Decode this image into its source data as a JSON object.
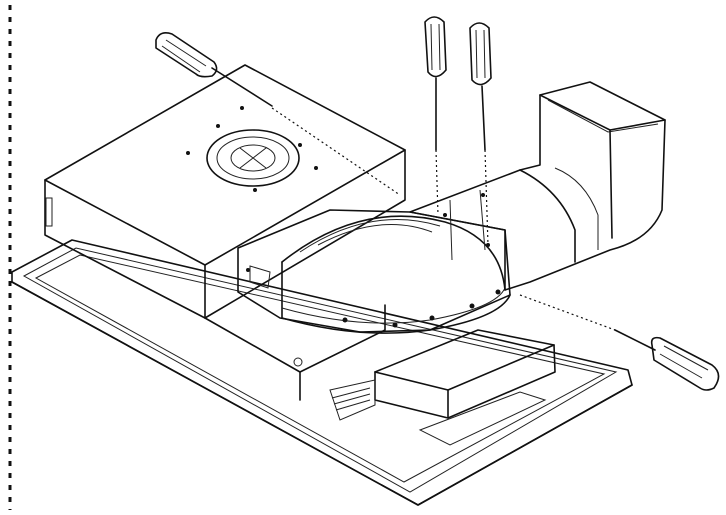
{
  "figure": {
    "line_color": "#111111",
    "background": "#ffffff",
    "parts": [
      {
        "name": "appliance-base-tray"
      },
      {
        "name": "fan-motor-housing"
      },
      {
        "name": "curved-duct-adapter"
      },
      {
        "name": "elbow-duct"
      },
      {
        "name": "electronics-box"
      }
    ],
    "tools": [
      {
        "icon": "screwdriver-icon",
        "count": 4
      }
    ]
  }
}
